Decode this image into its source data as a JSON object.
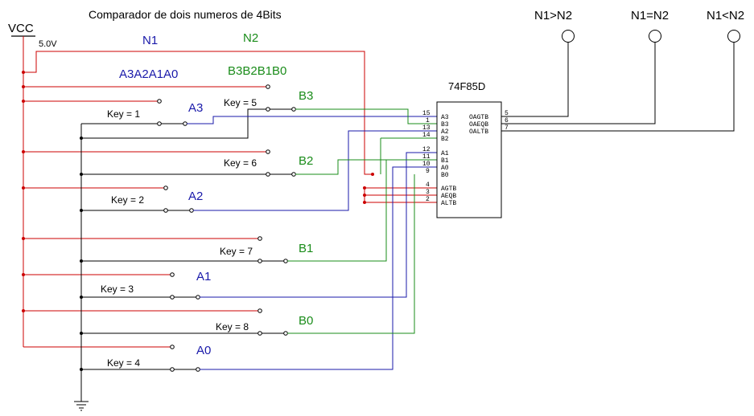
{
  "title": "Comparador de dois numeros de 4Bits",
  "vcc": {
    "label": "VCC",
    "voltage": "5.0V"
  },
  "groups": {
    "n1": "N1",
    "n2": "N2",
    "a_bits": "A3A2A1A0",
    "b_bits": "B3B2B1B0"
  },
  "outputs": [
    "N1>N2",
    "N1=N2",
    "N1<N2"
  ],
  "chip": {
    "name": "74F85D",
    "left_pins": [
      {
        "num": "15",
        "name": "A3"
      },
      {
        "num": "1",
        "name": "B3"
      },
      {
        "num": "13",
        "name": "A2"
      },
      {
        "num": "14",
        "name": "B2"
      },
      {
        "num": "12",
        "name": "A1"
      },
      {
        "num": "11",
        "name": "B1"
      },
      {
        "num": "10",
        "name": "A0"
      },
      {
        "num": "9",
        "name": "B0"
      },
      {
        "num": "4",
        "name": "AGTB"
      },
      {
        "num": "3",
        "name": "AEQB"
      },
      {
        "num": "2",
        "name": "ALTB"
      }
    ],
    "right_pins": [
      {
        "num": "5",
        "name": "OAGTB"
      },
      {
        "num": "6",
        "name": "OAEQB"
      },
      {
        "num": "7",
        "name": "OALTB"
      }
    ]
  },
  "switches": [
    {
      "key": "Key = 1",
      "bit": "A3"
    },
    {
      "key": "Key = 5",
      "bit": "B3"
    },
    {
      "key": "Key = 6",
      "bit": "B2"
    },
    {
      "key": "Key = 2",
      "bit": "A2"
    },
    {
      "key": "Key = 7",
      "bit": "B1"
    },
    {
      "key": "Key = 3",
      "bit": "A1"
    },
    {
      "key": "Key = 8",
      "bit": "B0"
    },
    {
      "key": "Key = 4",
      "bit": "A0"
    }
  ],
  "colors": {
    "red": "#cc0000",
    "blue": "#1a1aaa",
    "green": "#1a8c1a",
    "black": "#000000"
  }
}
